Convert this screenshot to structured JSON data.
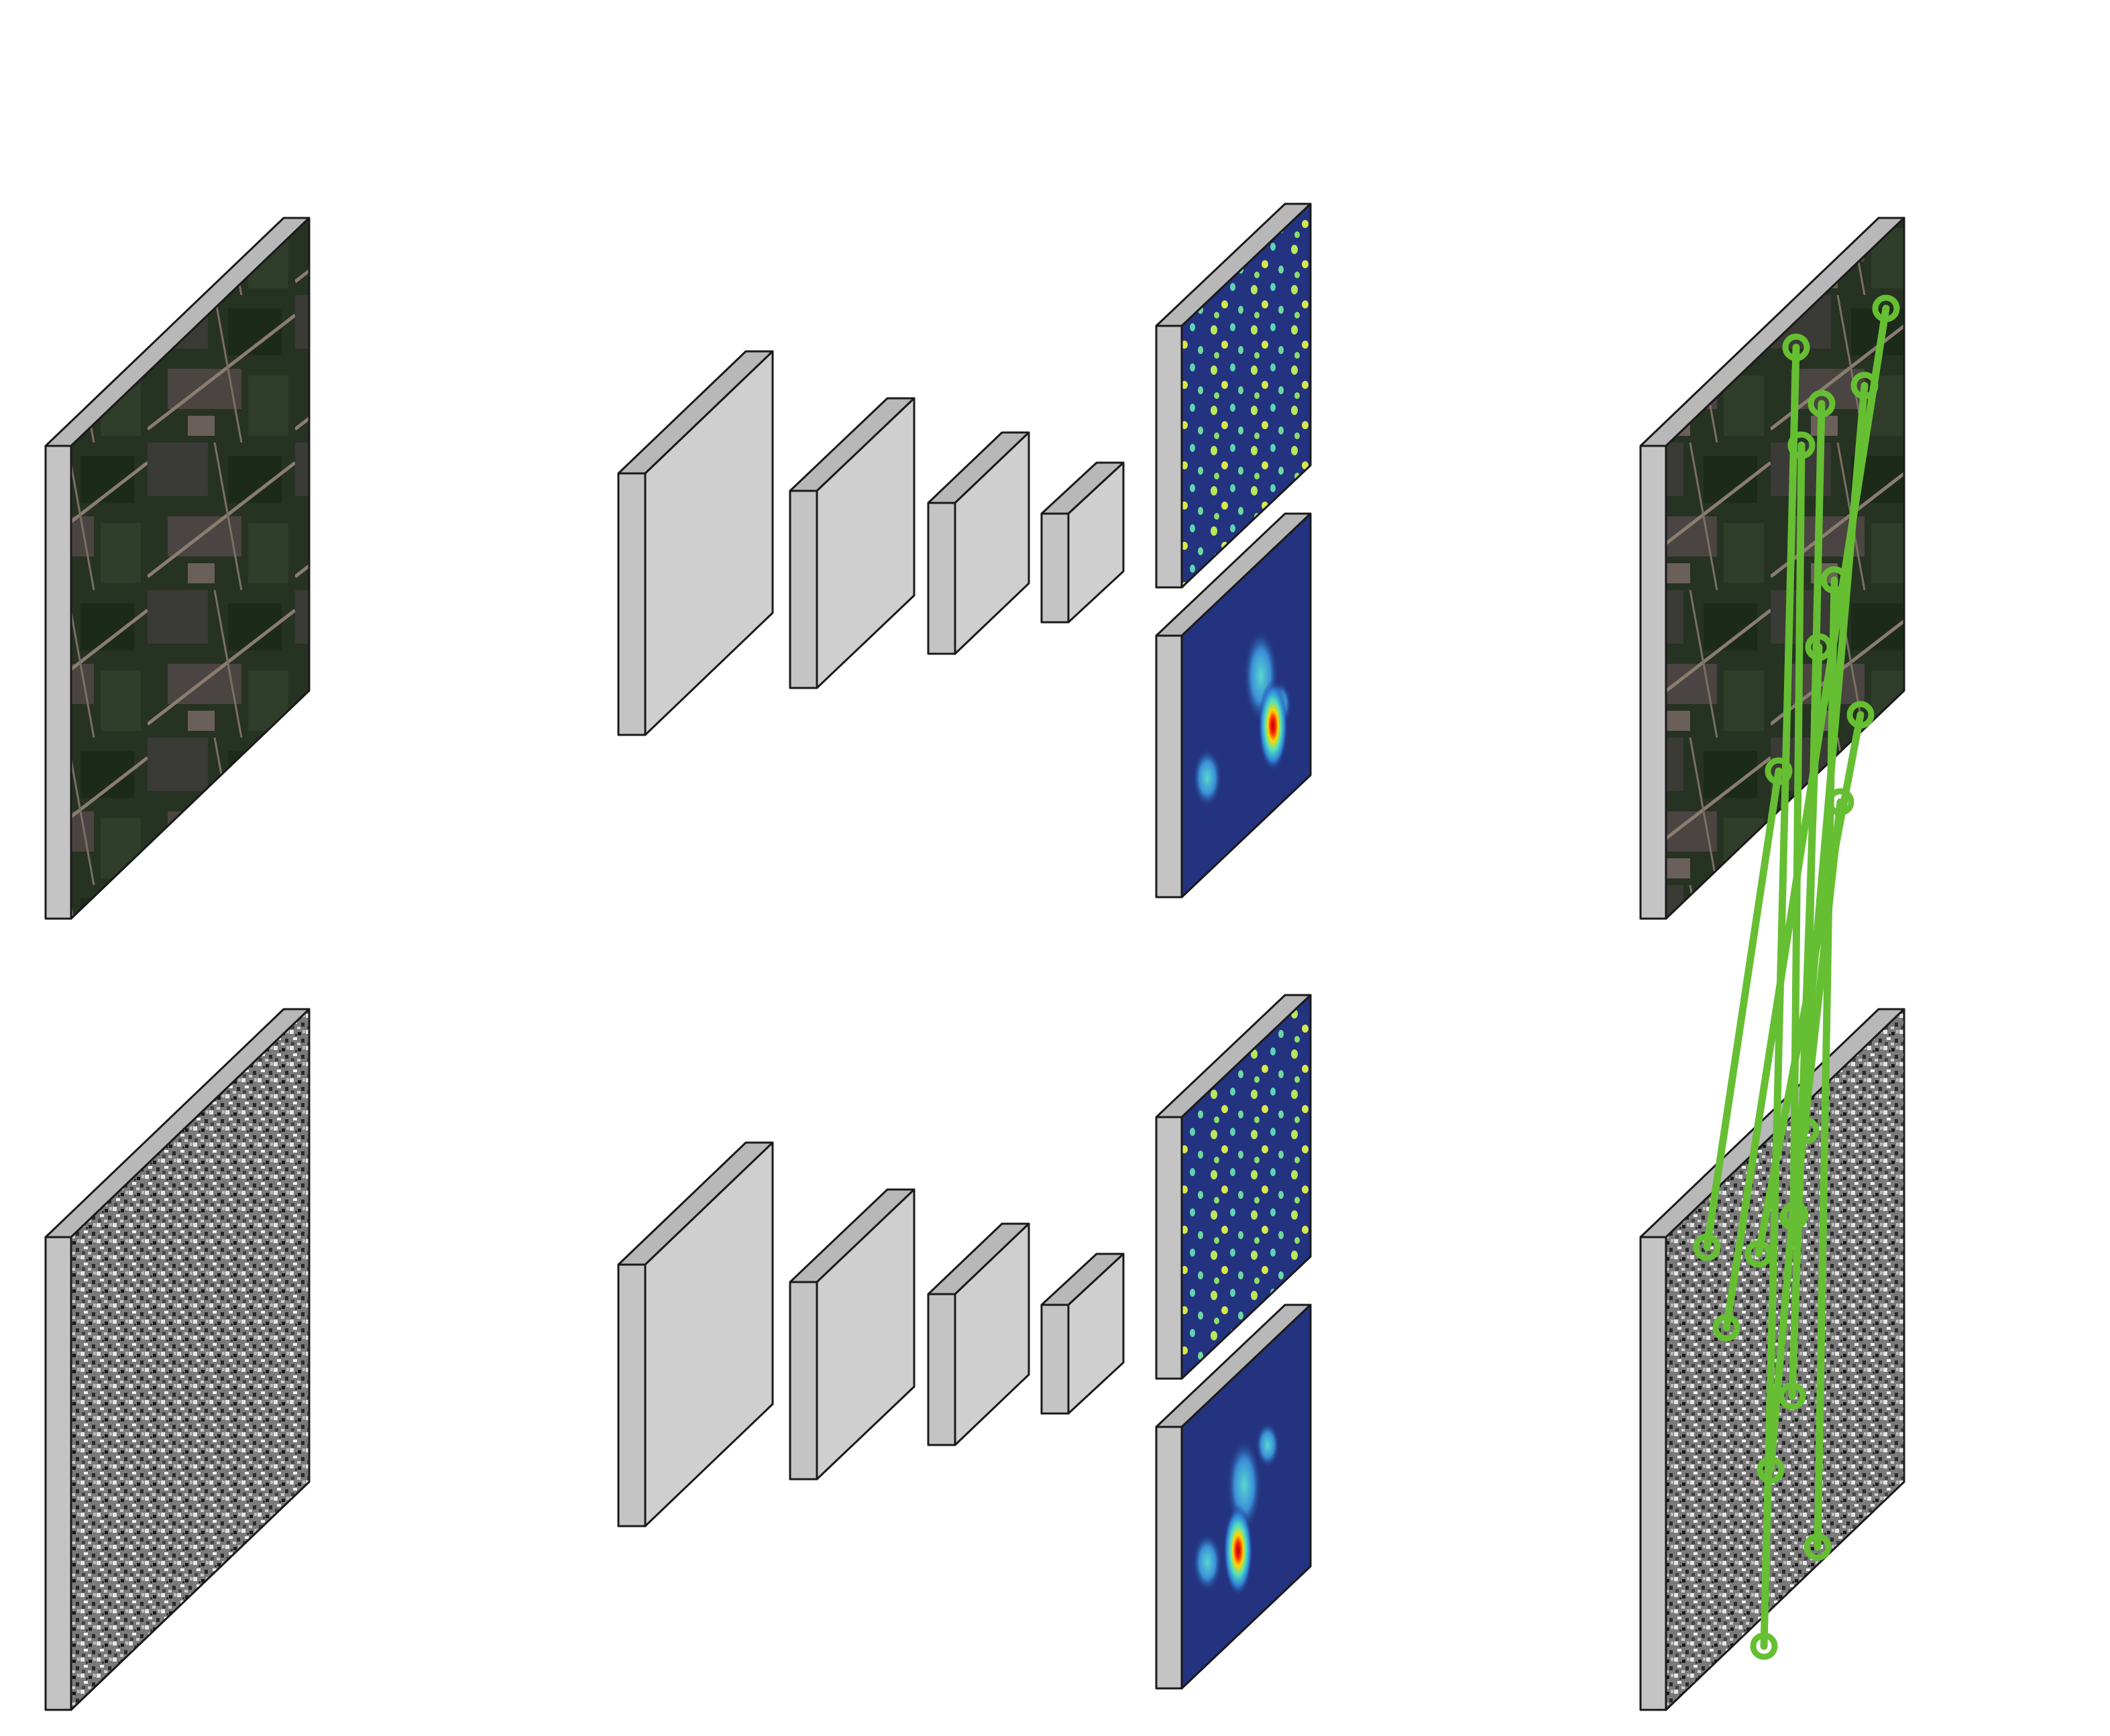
{
  "figure": {
    "caption": "",
    "colors": {
      "block_front": "#c4c4c4",
      "block_side": "#cfcfcf",
      "block_top": "#b8b8b8",
      "outline": "#1a1a1a",
      "match_line": "#66bf32",
      "heatmap_background": "#23337f",
      "optical_image_tone": "#2a3524",
      "sar_image_tone": "#8a8a8a"
    }
  },
  "branches": [
    {
      "name": "optical-branch",
      "input": {
        "kind": "optical-image"
      },
      "encoder_block_count": 4,
      "outputs": [
        {
          "kind": "dense-keypoint-heatmap"
        },
        {
          "kind": "coarse-heatmap",
          "peak": "red"
        }
      ]
    },
    {
      "name": "sar-branch",
      "input": {
        "kind": "sar-image"
      },
      "encoder_block_count": 4,
      "outputs": [
        {
          "kind": "dense-keypoint-heatmap"
        },
        {
          "kind": "coarse-heatmap",
          "peak": "red"
        }
      ]
    }
  ],
  "matches": {
    "count": 10,
    "line_color": "#66bf32",
    "marker": "circle"
  }
}
